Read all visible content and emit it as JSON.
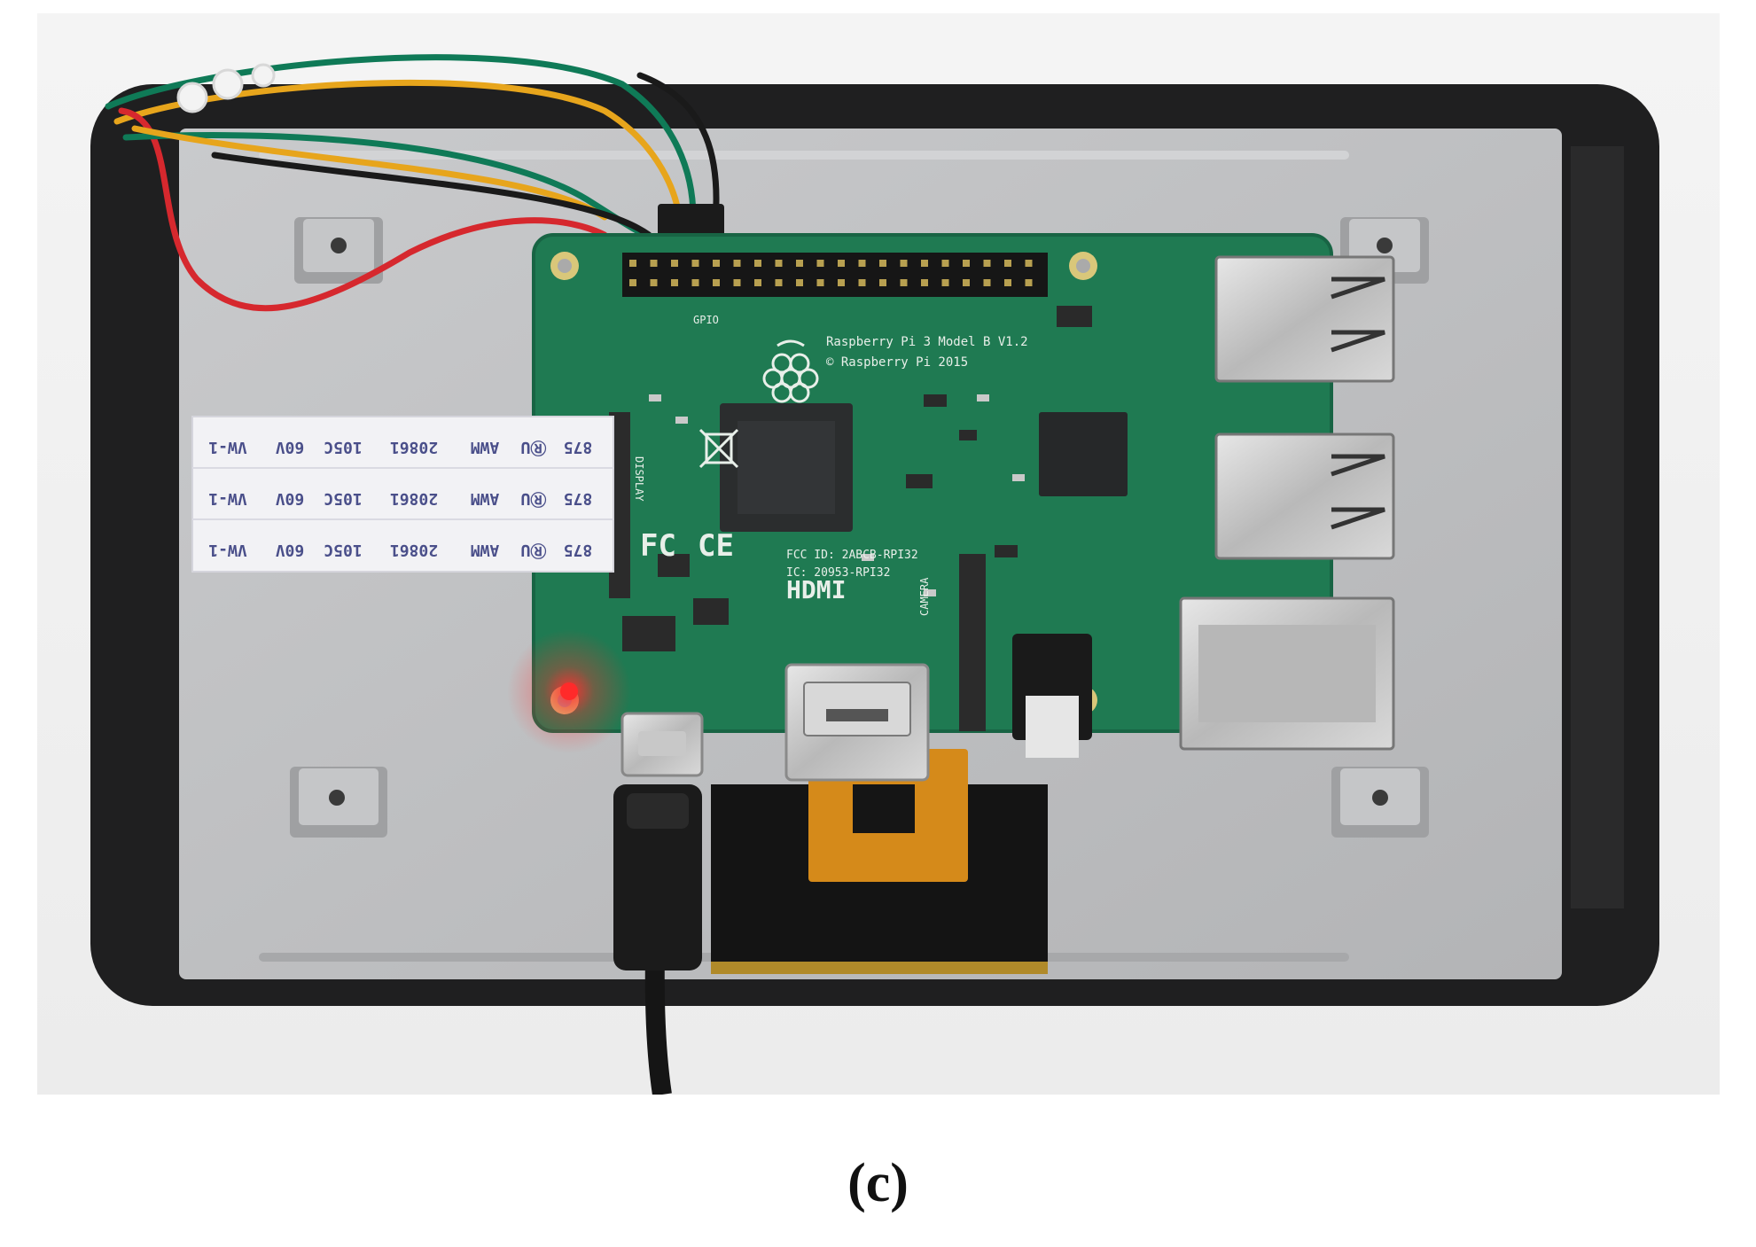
{
  "caption": "(c)",
  "board": {
    "model": "Raspberry Pi 3 Model B V1.2",
    "copyright": "© Raspberry Pi 2015",
    "gpio": "GPIO",
    "display": "DISPLAY",
    "camera": "CAMERA",
    "hdmi": "HDMI",
    "fcc_id": "FCC ID: 2ABCB-RPI32",
    "ic": "IC: 20953-RPI32",
    "fc": "FC",
    "ce": "CE"
  },
  "ribbon_cable": {
    "rows": [
      [
        "875",
        "ⓇU",
        "AWM",
        "20861",
        "105C",
        "60V",
        "VW-1"
      ],
      [
        "875",
        "ⓇU",
        "AWM",
        "20861",
        "105C",
        "60V",
        "VW-1"
      ],
      [
        "875",
        "ⓇU",
        "AWM",
        "20861",
        "105C",
        "60V",
        "VW-1"
      ]
    ]
  },
  "colors": {
    "pcb": "#1f7a52",
    "screen_bezel": "#1f1f20",
    "screen_plate": "#bfc0c2",
    "wire_red": "#d6282e",
    "wire_green": "#0f7a57",
    "wire_yellow": "#e7a51c",
    "wire_black": "#1a1a1a",
    "led": "#ff2a2a",
    "flex_cable": "#d58a1a"
  }
}
